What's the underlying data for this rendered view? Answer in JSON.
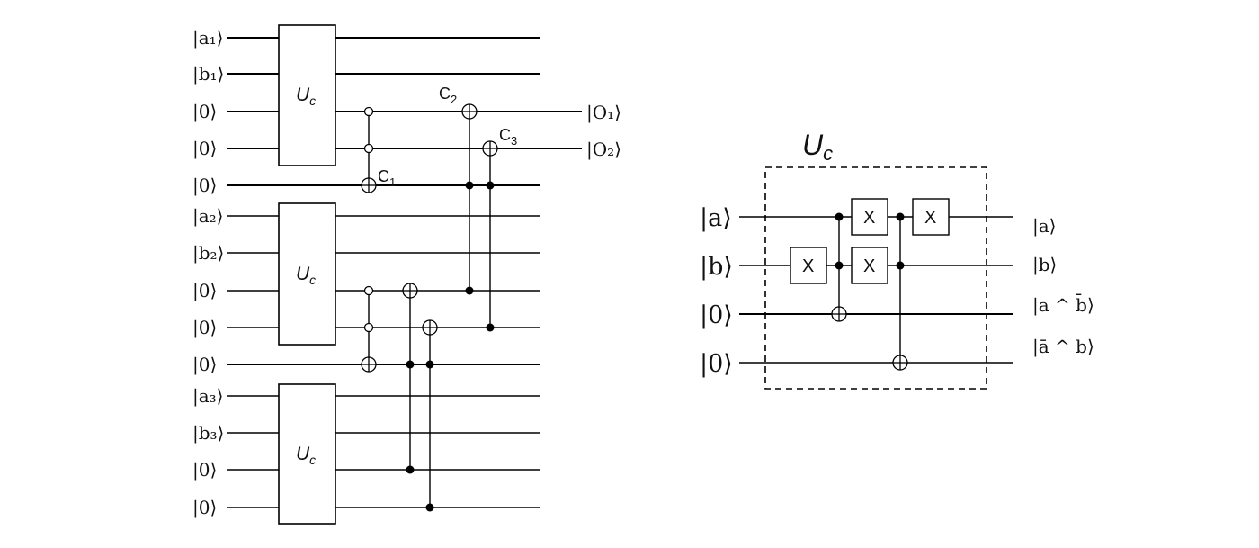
{
  "left_circuit": {
    "input_labels": [
      "|a₁⟩",
      "|b₁⟩",
      "|0⟩",
      "|0⟩",
      "|0⟩",
      "|a₂⟩",
      "|b₂⟩",
      "|0⟩",
      "|0⟩",
      "|0⟩",
      "|a₃⟩",
      "|b₃⟩",
      "|0⟩",
      "|0⟩"
    ],
    "gate_label": "Uc",
    "gate_label_main": "U",
    "gate_label_sub": "c",
    "output_labels": [
      "|O₁⟩",
      "|O₂⟩"
    ],
    "cnot_labels": [
      {
        "main": "C",
        "sub": "1"
      },
      {
        "main": "C",
        "sub": "2"
      },
      {
        "main": "C",
        "sub": "3"
      }
    ]
  },
  "right_circuit": {
    "title_main": "U",
    "title_sub": "c",
    "input_labels": [
      "|a⟩",
      "|b⟩",
      "|0⟩",
      "|0⟩"
    ],
    "output_labels": [
      "|a⟩",
      "|b⟩",
      "|a ^ b̄⟩",
      "|ā ^ b⟩"
    ],
    "x_gate_label": "X"
  }
}
